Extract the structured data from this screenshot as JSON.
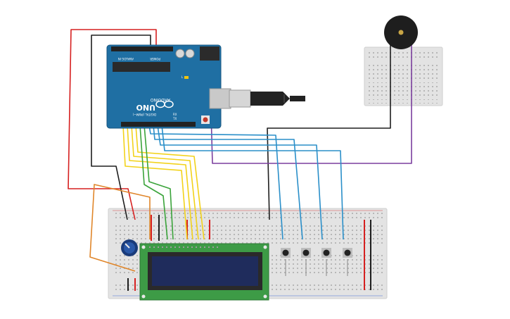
{
  "arduino": {
    "brand": "ARDUINO",
    "model": "UNO",
    "digital_label": "DIGITAL (PWM~)",
    "analog_label": "ANALOG IN",
    "power_label": "POWER",
    "tx_label": "TX",
    "rx_label": "RX",
    "l_label": "L"
  },
  "colors": {
    "arduino_board": "#1f6fa3",
    "breadboard": "#e3e3e3",
    "lcd_pcb": "#3d9b46",
    "lcd_screen": "#1f2c5c",
    "wire_red": "#d62020",
    "wire_black": "#1e1e1e",
    "wire_yellow": "#f2d21a",
    "wire_green": "#3aa33a",
    "wire_blue": "#2a8fc9",
    "wire_purple": "#7b3f9e",
    "wire_orange": "#e0862a"
  },
  "components": {
    "buzzer_icon": "piezo-buzzer-icon",
    "potentiometer_icon": "potentiometer-icon",
    "pushbutton_count": 4
  }
}
